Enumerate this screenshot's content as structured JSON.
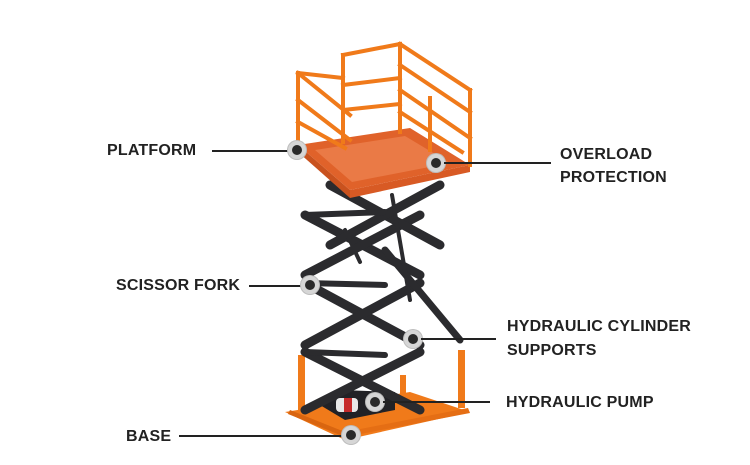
{
  "diagram": {
    "subject": "Scissor lift",
    "colors": {
      "frame_orange": "#f07a1a",
      "platform_deck": "#e0622a",
      "scissor_black": "#2b2b2e",
      "label_text": "#222222",
      "marker_ring": "#d6d6d6",
      "marker_center": "#2a2a2a"
    },
    "labels": {
      "platform": "PLATFORM",
      "overload_line1": "OVERLOAD",
      "overload_line2": "PROTECTION",
      "scissor_fork": "SCISSOR FORK",
      "cylinder_line1": "HYDRAULIC CYLINDER",
      "cylinder_line2": "SUPPORTS",
      "pump": "HYDRAULIC PUMP",
      "base": "BASE"
    }
  }
}
